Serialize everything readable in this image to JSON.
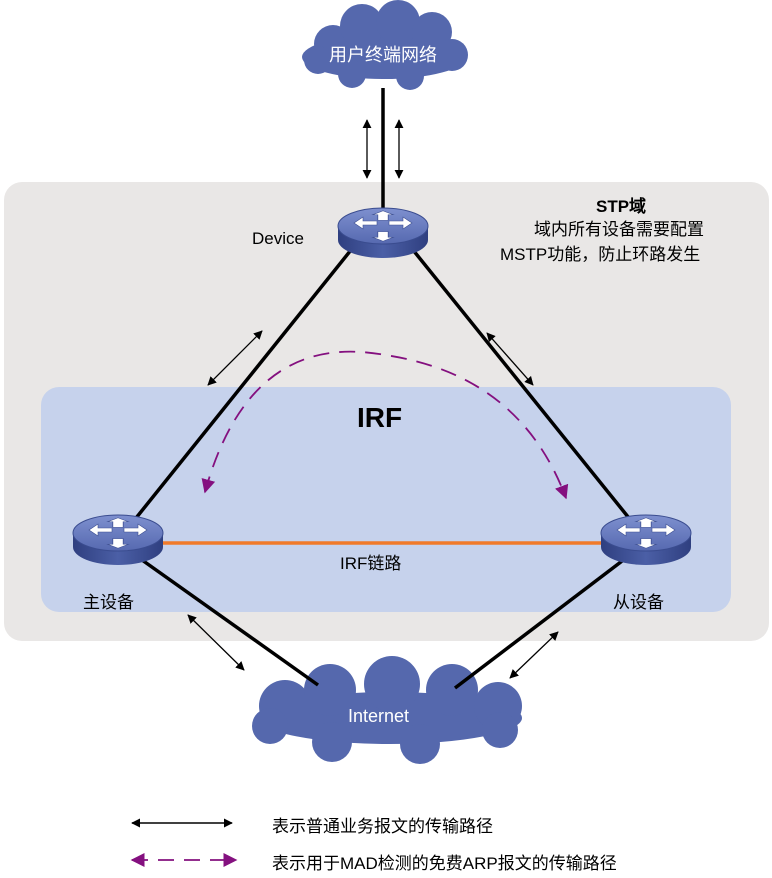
{
  "domains": {
    "stp": {
      "title": "STP域",
      "desc_line1": "域内所有设备需要配置",
      "desc_line2": "MSTP功能，防止环路发生"
    },
    "irf": {
      "title": "IRF"
    }
  },
  "nodes": {
    "user_network": "用户终端网络",
    "device": "Device",
    "master": "主设备",
    "slave": "从设备",
    "internet": "Internet"
  },
  "links": {
    "irf_link": "IRF链路"
  },
  "legend": {
    "normal": "表示普通业务报文的传输路径",
    "mad": "表示用于MAD检测的免费ARP报文的传输路径"
  },
  "colors": {
    "stp_bg": "#e9e7e6",
    "irf_bg": "#c6d2ec",
    "cloud": "#5568ad",
    "irf_link": "#f07a2a",
    "mad_arrow": "#84107f",
    "switch_body": "#4b5fa6"
  }
}
